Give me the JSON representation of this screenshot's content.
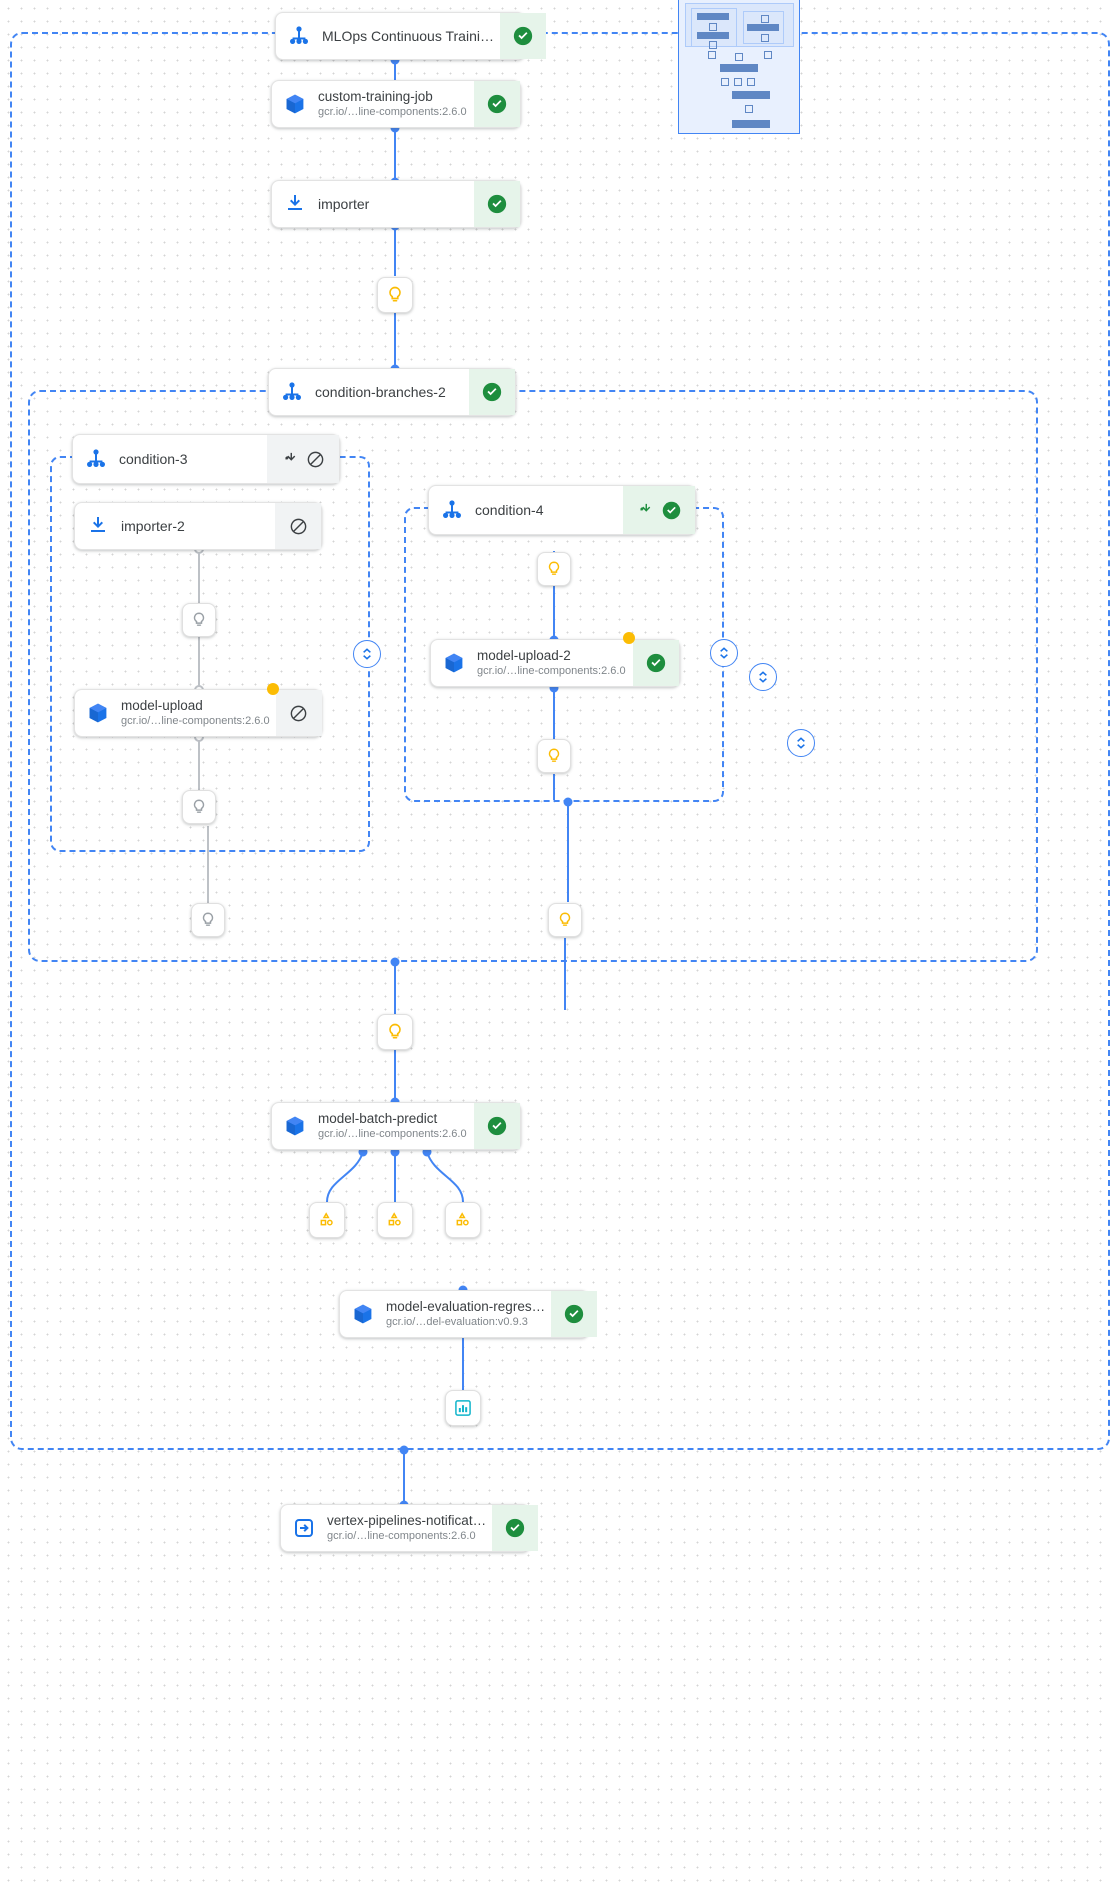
{
  "app": {
    "view": "pipeline-run-graph",
    "background": "#ffffff",
    "accent": "#4285f4",
    "success_color": "#1e8e3e",
    "success_bg": "#e6f4ea",
    "neutral_bg": "#f1f3f4",
    "warning_color": "#fbbc04",
    "skipped_color": "#3c4043"
  },
  "nodes": [
    {
      "id": "root",
      "title": "MLOps Continuous Traini…",
      "subtitle": "",
      "icon": "pipeline-icon",
      "status": "succeeded",
      "status_icon": "check-circle-icon",
      "status_bg": "ok"
    },
    {
      "id": "custom-training-job",
      "title": "custom-training-job",
      "subtitle": "gcr.io/…line-components:2.6.0",
      "icon": "container-cube-icon",
      "status": "succeeded",
      "status_icon": "check-circle-icon",
      "status_bg": "ok"
    },
    {
      "id": "importer",
      "title": "importer",
      "subtitle": "",
      "icon": "import-download-icon",
      "status": "succeeded",
      "status_icon": "check-circle-icon",
      "status_bg": "ok"
    },
    {
      "id": "condition-branches-2",
      "title": "condition-branches-2",
      "subtitle": "",
      "icon": "pipeline-icon",
      "status": "succeeded",
      "status_icon": "check-circle-icon",
      "status_bg": "ok"
    },
    {
      "id": "condition-3",
      "title": "condition-3",
      "subtitle": "",
      "icon": "pipeline-icon",
      "status": "skipped",
      "status_icon": "branch-icon,block-circle-icon",
      "status_bg": "neutral"
    },
    {
      "id": "importer-2",
      "title": "importer-2",
      "subtitle": "",
      "icon": "import-download-icon",
      "status": "skipped",
      "status_icon": "block-circle-icon",
      "status_bg": "neutral"
    },
    {
      "id": "model-upload",
      "title": "model-upload",
      "subtitle": "gcr.io/…line-components:2.6.0",
      "icon": "container-cube-icon",
      "status": "skipped",
      "status_icon": "block-circle-icon",
      "status_bg": "neutral",
      "badge": "warning-dot"
    },
    {
      "id": "condition-4",
      "title": "condition-4",
      "subtitle": "",
      "icon": "pipeline-icon",
      "status": "succeeded",
      "status_icon": "branch-icon,check-circle-icon",
      "status_bg": "ok"
    },
    {
      "id": "model-upload-2",
      "title": "model-upload-2",
      "subtitle": "gcr.io/…line-components:2.6.0",
      "icon": "container-cube-icon",
      "status": "succeeded",
      "status_icon": "check-circle-icon",
      "status_bg": "ok",
      "badge": "warning-dot"
    },
    {
      "id": "model-batch-predict",
      "title": "model-batch-predict",
      "subtitle": "gcr.io/…line-components:2.6.0",
      "icon": "container-cube-icon",
      "status": "succeeded",
      "status_icon": "check-circle-icon",
      "status_bg": "ok"
    },
    {
      "id": "model-evaluation-regression",
      "title": "model-evaluation-regres…",
      "subtitle": "gcr.io/…del-evaluation:v0.9.3",
      "icon": "container-cube-icon",
      "status": "succeeded",
      "status_icon": "check-circle-icon",
      "status_bg": "ok"
    },
    {
      "id": "vertex-pipelines-notification",
      "title": "vertex-pipelines-notificat…",
      "subtitle": "gcr.io/…line-components:2.6.0",
      "icon": "exit-arrow-icon",
      "status": "succeeded",
      "status_icon": "check-circle-icon",
      "status_bg": "ok"
    }
  ],
  "artifact_chips": [
    {
      "id": "a1",
      "icon": "lightbulb-icon",
      "state": "active"
    },
    {
      "id": "a2",
      "icon": "lightbulb-icon",
      "state": "skipped"
    },
    {
      "id": "a3",
      "icon": "lightbulb-icon",
      "state": "skipped"
    },
    {
      "id": "a4",
      "icon": "lightbulb-icon",
      "state": "skipped"
    },
    {
      "id": "a5",
      "icon": "lightbulb-icon",
      "state": "active"
    },
    {
      "id": "a6",
      "icon": "lightbulb-icon",
      "state": "active"
    },
    {
      "id": "a7",
      "icon": "lightbulb-icon",
      "state": "active"
    },
    {
      "id": "a8",
      "icon": "lightbulb-icon",
      "state": "active"
    },
    {
      "id": "a9",
      "icon": "dataset-shapes-icon",
      "state": "active"
    },
    {
      "id": "a10",
      "icon": "dataset-shapes-icon",
      "state": "active"
    },
    {
      "id": "a11",
      "icon": "dataset-shapes-icon",
      "state": "active"
    },
    {
      "id": "a12",
      "icon": "metrics-bar-icon",
      "state": "active"
    }
  ],
  "collapse_buttons": [
    {
      "id": "c1",
      "icon": "collapse-chevrons-icon"
    },
    {
      "id": "c2",
      "icon": "collapse-chevrons-icon"
    },
    {
      "id": "c3",
      "icon": "collapse-chevrons-icon"
    },
    {
      "id": "c4",
      "icon": "collapse-chevrons-icon"
    }
  ],
  "minimap": {
    "name": "graph-minimap",
    "visible": true
  }
}
